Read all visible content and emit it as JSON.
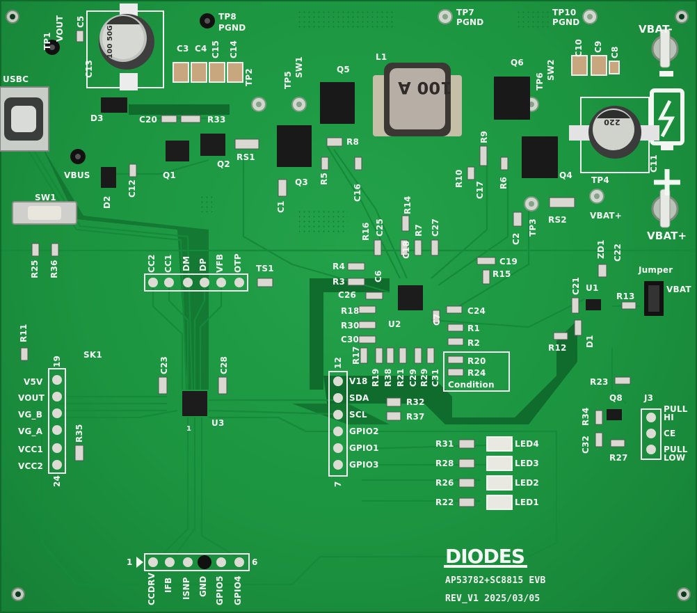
{
  "colors": {
    "board": "#1c9440",
    "silk": "#f2f7f2",
    "copper_dark": "#0f6a2b",
    "pad": "#d7d7cf"
  },
  "board": {
    "title": "AP53782+SC8815 EVB",
    "revision": "REV_V1 2025/03/05",
    "logo_text": "DIODES"
  },
  "labels": {
    "tp1": "TP1",
    "vout": "VOUT",
    "c5": "C5",
    "tp8": "TP8",
    "pgnd8": "PGND",
    "tp7": "TP7",
    "pgnd7": "PGND",
    "tp10": "TP10",
    "pgnd10": "PGND",
    "vbat_minus": "VBAT-",
    "vbat_plus": "VBAT+",
    "tp4": "TP4",
    "vbat_plus_small": "VBAT+",
    "c3": "C3",
    "c4": "C4",
    "c15": "C15",
    "c14": "C14",
    "c13": "C13",
    "usbc": "USBC",
    "d3": "D3",
    "c20": "C20",
    "r33": "R33",
    "q1": "Q1",
    "q2": "Q2",
    "vbus": "VBUS",
    "d2": "D2",
    "c12": "C12",
    "sw1": "SW1",
    "r25": "R25",
    "r36": "R36",
    "tp2": "TP2",
    "rs1": "RS1",
    "tp5": "TP5",
    "sw1_net": "SW1",
    "q5": "Q5",
    "l1": "L1",
    "q6": "Q6",
    "tp6": "TP6",
    "sw2": "SW2",
    "q3": "Q3",
    "r8": "R8",
    "r5": "R5",
    "c16": "C16",
    "r9": "R9",
    "r10": "R10",
    "c17": "C17",
    "r6": "R6",
    "q4": "Q4",
    "c1": "C1",
    "c10": "C10",
    "c9": "C9",
    "c8": "C8",
    "c11": "C11",
    "tp3": "TP3",
    "c2": "C2",
    "rs2": "RS2",
    "r16": "R16",
    "c25": "C25",
    "r14": "R14",
    "c18": "C18",
    "r7": "R7",
    "c27": "C27",
    "r4": "R4",
    "r3": "R3",
    "c6": "C6",
    "c26": "C26",
    "c19": "C19",
    "r15": "R15",
    "u2": "U2",
    "r18": "R18",
    "r30": "R30",
    "c30": "C30",
    "c7": "C7",
    "c24": "C24",
    "r1": "R1",
    "r2": "R2",
    "r17": "R17",
    "r19": "R19",
    "r38": "R38",
    "r21": "R21",
    "c29": "C29",
    "r29": "R29",
    "c31": "C31",
    "r20": "R20",
    "r24": "R24",
    "condition": "Condition",
    "zd1": "ZD1",
    "c22": "C22",
    "c21": "C21",
    "u1": "U1",
    "r13": "R13",
    "jumper": "Jumper",
    "vbat": "VBAT",
    "d1": "D1",
    "r12": "R12",
    "r23": "R23",
    "q8": "Q8",
    "j3": "J3",
    "pull_hi": "PULL HI",
    "ce": "CE",
    "pull_low": "PULL LOW",
    "r34": "R34",
    "c32": "C32",
    "r27": "R27",
    "cc2": "CC2",
    "cc1": "CC1",
    "dm": "DM",
    "dp": "DP",
    "vfb": "VFB",
    "otp": "OTP",
    "ts1": "TS1",
    "r11": "R11",
    "sk1": "SK1",
    "pin19": "19",
    "pin24": "24",
    "v5v": "V5V",
    "vout2": "VOUT",
    "vg_b": "VG_B",
    "vg_a": "VG_A",
    "vcc1": "VCC1",
    "vcc2": "VCC2",
    "r35": "R35",
    "c23": "C23",
    "c28": "C28",
    "u3": "U3",
    "pin1": "1",
    "pin12": "12",
    "pin7": "7",
    "v18": "V18",
    "sda": "SDA",
    "scl": "SCL",
    "gpio2": "GPIO2",
    "gpio1": "GPIO1",
    "gpio3": "GPIO3",
    "r32": "R32",
    "r37": "R37",
    "r31": "R31",
    "led4": "LED4",
    "r28": "R28",
    "led3": "LED3",
    "r26": "R26",
    "led2": "LED2",
    "r22": "R22",
    "led1": "LED1",
    "hdr_pin1": "1",
    "hdr_pin6": "6",
    "ccdrv": "CCDRV",
    "ifb": "IFB",
    "isnp": "ISNP",
    "gnd": "GND",
    "gpio5": "GPIO5",
    "gpio4": "GPIO4",
    "cap_c5_mark": "100 50G",
    "inductor_mark": "100 A",
    "cap_c11_mark": "220"
  }
}
